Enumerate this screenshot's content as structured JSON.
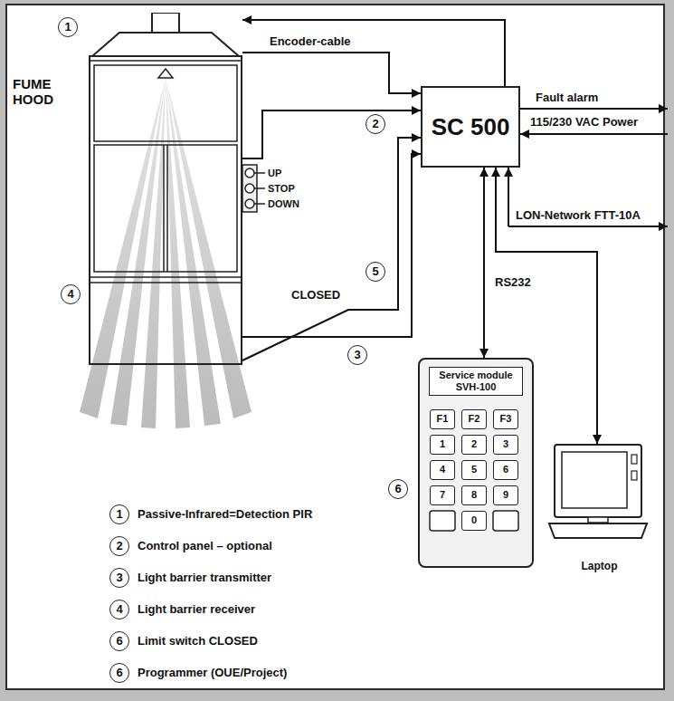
{
  "diagram": {
    "nodes": [
      {
        "text": [
          "FUME HOOD"
        ]
      },
      {
        "text": [
          "SC 500"
        ]
      },
      {
        "text": [
          "Service module SVH-100"
        ]
      },
      {
        "text": [
          "Laptop"
        ]
      }
    ],
    "edges": [
      {
        "from": 0,
        "to": 1,
        "arrow": "to",
        "label": "Encoder-cable"
      },
      {
        "from": 1,
        "to": 0,
        "arrow": "to"
      },
      {
        "from": 0,
        "to": 1,
        "arrow": "to"
      },
      {
        "from": 0,
        "to": 1,
        "arrow": "to"
      },
      {
        "from": 0,
        "to": 1,
        "arrow": "to"
      },
      {
        "from": 1,
        "to": 2,
        "arrow": "both",
        "label": "RS232"
      },
      {
        "from": 3,
        "to": 1,
        "arrow": "both"
      }
    ],
    "labels": [
      "1",
      "2",
      "5",
      "3",
      "4",
      "6",
      "UP",
      "STOP",
      "DOWN",
      "CLOSED",
      "Fault alarm",
      "115/230 VAC Power",
      "LON-Network FTT-10A",
      "F1",
      "F2",
      "F3",
      "1",
      "2",
      "3",
      "4",
      "5",
      "6",
      "7",
      "8",
      "9",
      "0",
      "1",
      "2",
      "3",
      "4",
      "6",
      "6"
    ],
    "legend": [
      {
        "text": "Passive-Infrared=Detection PIR"
      },
      {
        "text": "Control panel – optional"
      },
      {
        "text": "Light barrier transmitter"
      },
      {
        "text": "Light barrier receiver"
      },
      {
        "text": "Limit switch CLOSED"
      },
      {
        "text": "Programmer (OUE/Project)"
      }
    ]
  }
}
